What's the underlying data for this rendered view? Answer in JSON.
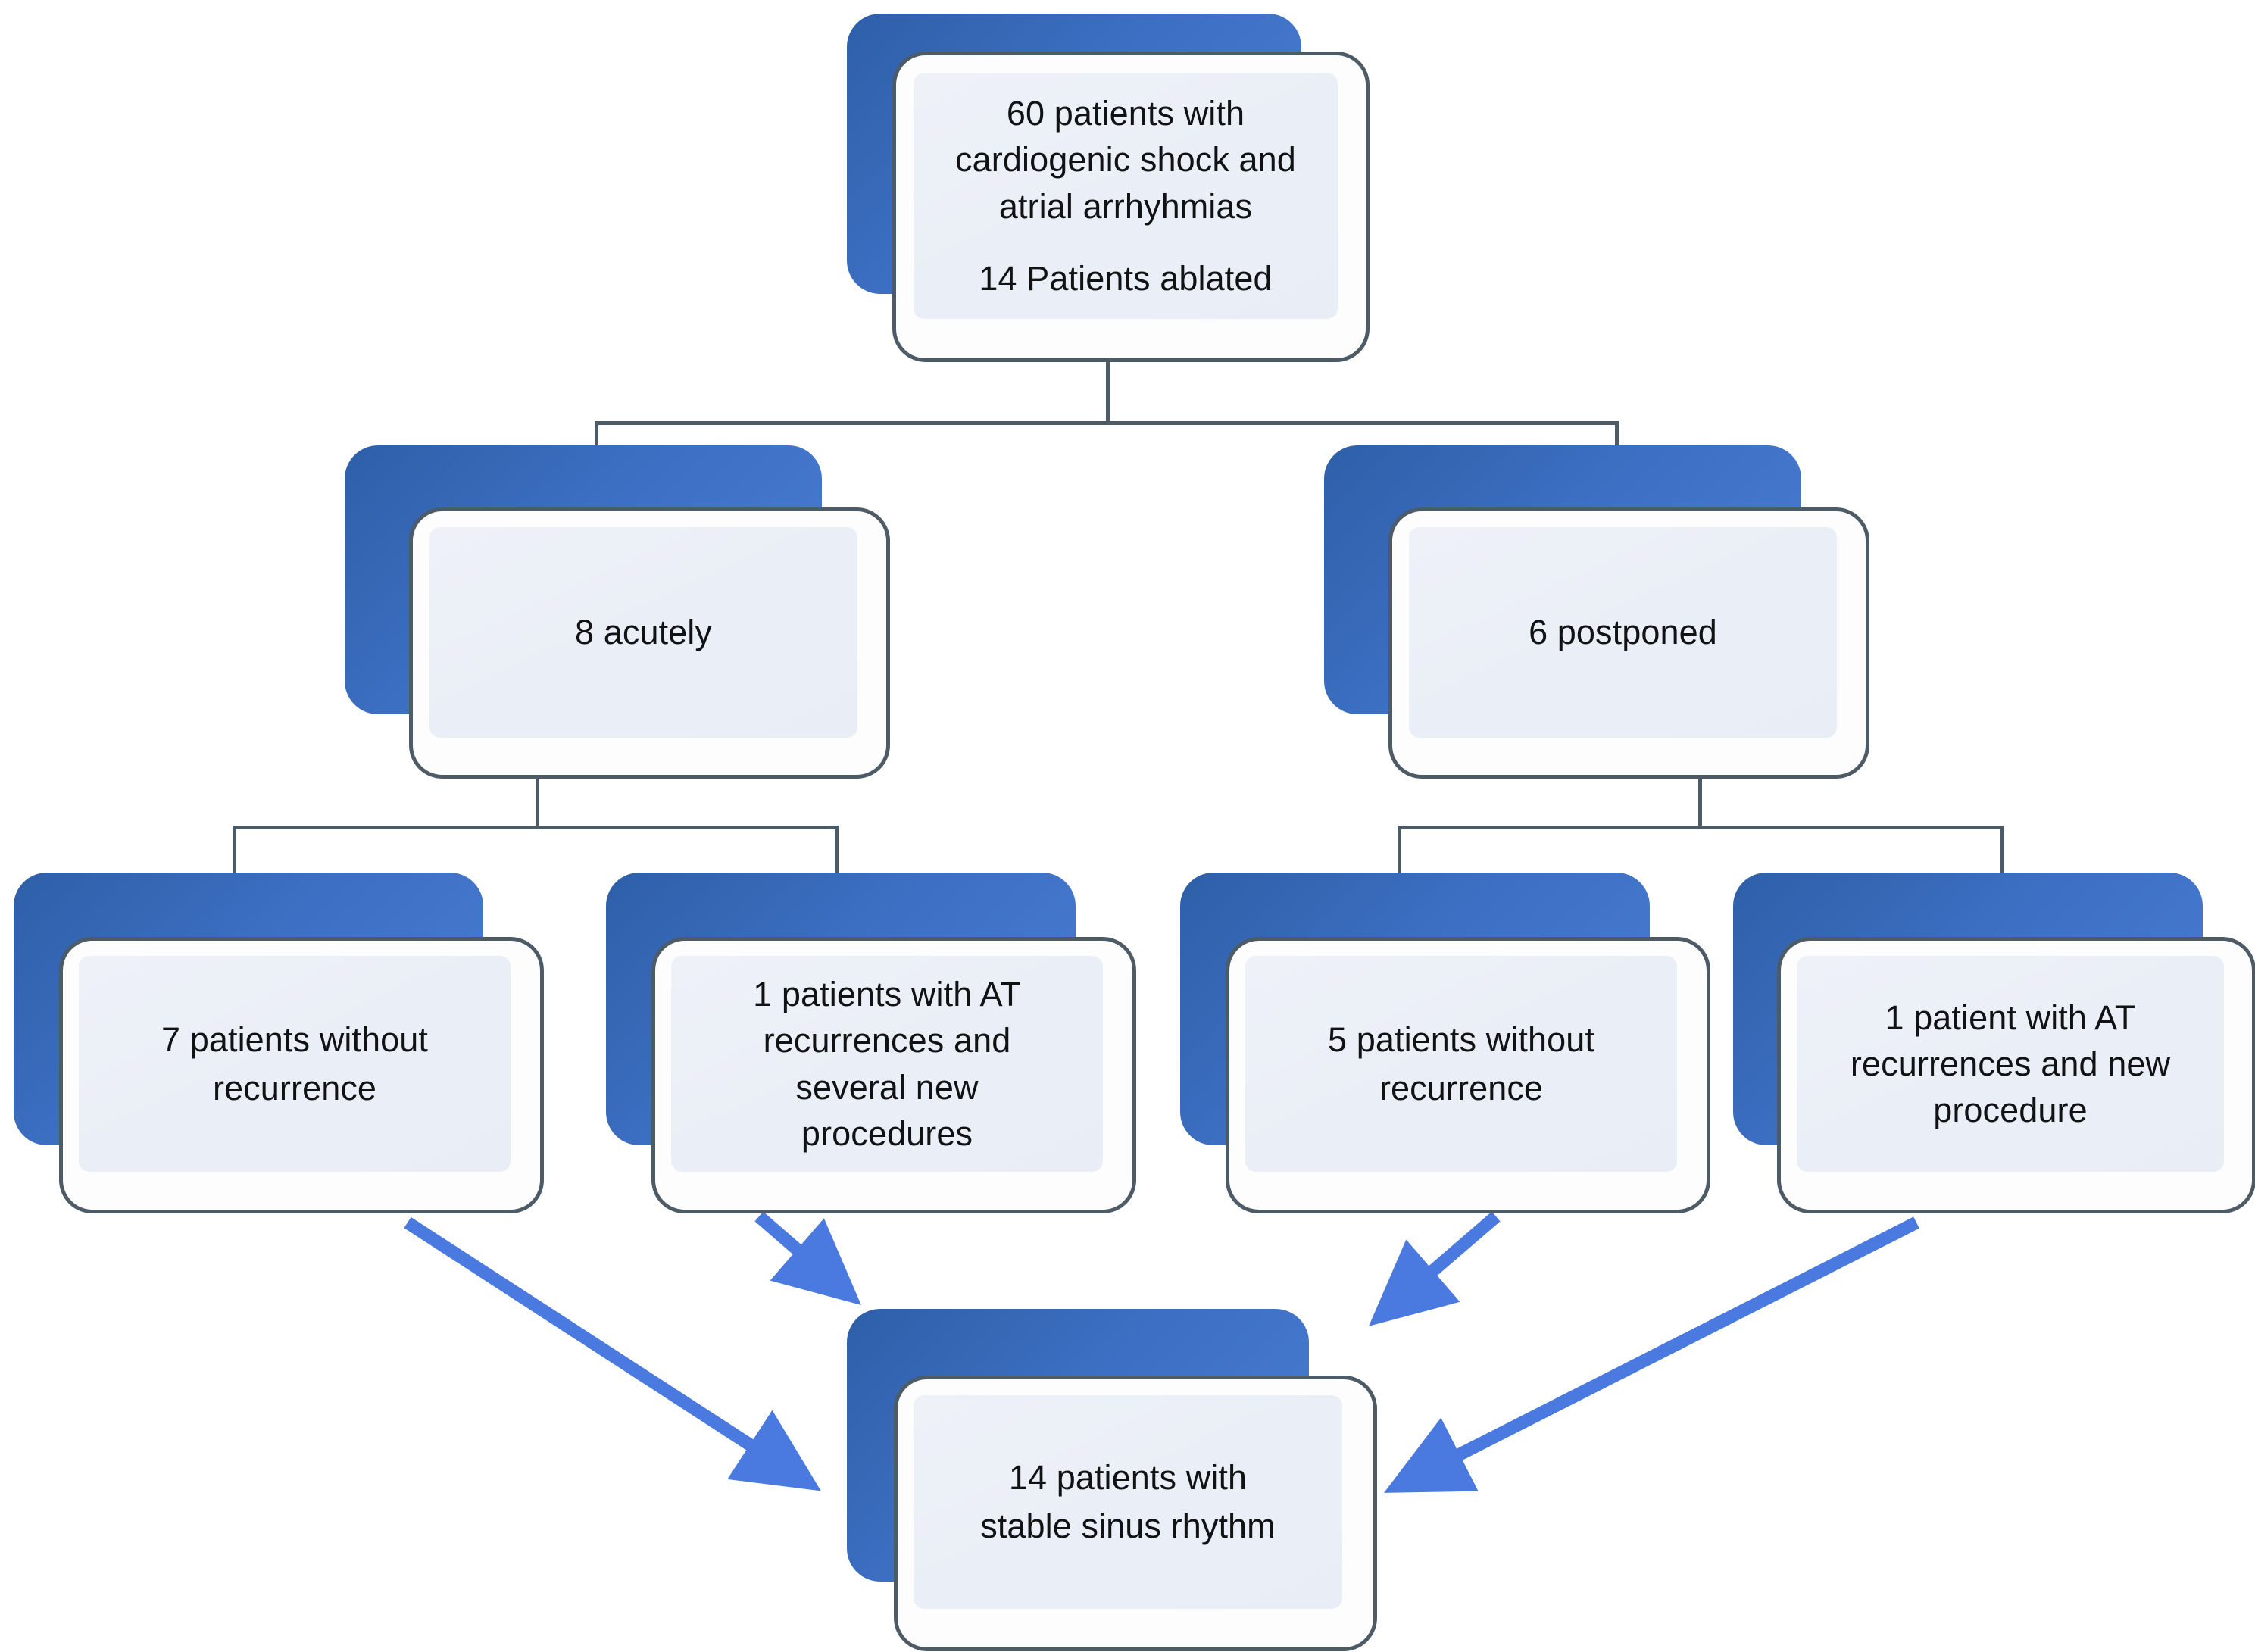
{
  "diagram": {
    "type": "flowchart",
    "background": "#ffffff",
    "colors": {
      "node_shadow_blue": "#3d70c4",
      "node_border": "#4d5b66",
      "node_panel": "#eaeef6",
      "connector": "#4d5b66",
      "arrow": "#4a7ae0",
      "text": "#101214"
    },
    "nodes": {
      "root": {
        "line1": "60 patients with\ncardiogenic shock and\natrial arrhyhmias",
        "line2": "14 Patients ablated"
      },
      "acute": {
        "text": "8 acutely"
      },
      "postponed": {
        "text": "6 postponed"
      },
      "acute_no_recurrence": {
        "text": "7 patients without\nrecurrence"
      },
      "acute_recurrence": {
        "text": "1 patients with AT\nrecurrences and\nseveral new\nprocedures"
      },
      "postponed_no_recurrence": {
        "text": "5 patients without\nrecurrence"
      },
      "postponed_recurrence": {
        "text": "1 patient with AT\nrecurrences and new\nprocedure"
      },
      "outcome": {
        "text": "14 patients with\nstable sinus rhythm"
      }
    },
    "edges": [
      {
        "from": "root",
        "to": "acute",
        "style": "orthogonal"
      },
      {
        "from": "root",
        "to": "postponed",
        "style": "orthogonal"
      },
      {
        "from": "acute",
        "to": "acute_no_recurrence",
        "style": "orthogonal"
      },
      {
        "from": "acute",
        "to": "acute_recurrence",
        "style": "orthogonal"
      },
      {
        "from": "postponed",
        "to": "postponed_no_recurrence",
        "style": "orthogonal"
      },
      {
        "from": "postponed",
        "to": "postponed_recurrence",
        "style": "orthogonal"
      },
      {
        "from": "acute_no_recurrence",
        "to": "outcome",
        "style": "arrow"
      },
      {
        "from": "acute_recurrence",
        "to": "outcome",
        "style": "arrow"
      },
      {
        "from": "postponed_no_recurrence",
        "to": "outcome",
        "style": "arrow"
      },
      {
        "from": "postponed_recurrence",
        "to": "outcome",
        "style": "arrow"
      }
    ]
  }
}
